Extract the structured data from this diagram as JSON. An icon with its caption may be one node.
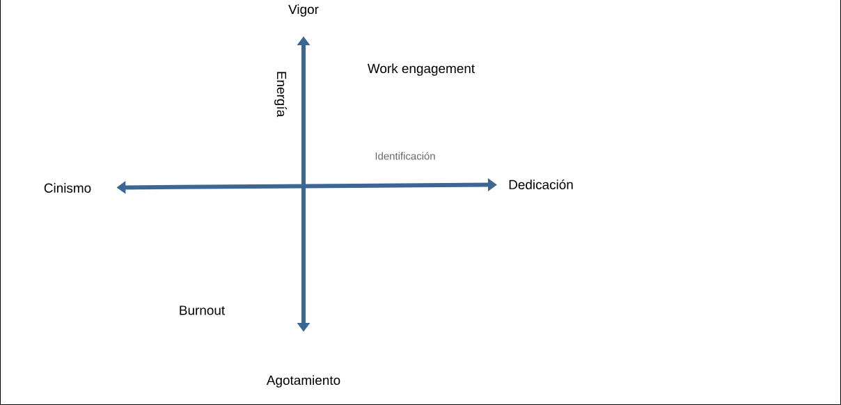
{
  "diagram": {
    "nodes": [
      {
        "text": [
          "Vigor"
        ]
      },
      {
        "text": [
          "Cinismo"
        ]
      },
      {
        "text": [
          "Dedicación"
        ]
      },
      {
        "text": [
          "Agotamiento"
        ]
      }
    ],
    "edges": [
      {
        "from": 0,
        "to": 3,
        "arrow": "both"
      },
      {
        "from": 1,
        "to": 2,
        "arrow": "both"
      }
    ],
    "labels": [
      "Energía",
      "Work engagement",
      "Identificación",
      "Burnout"
    ]
  }
}
